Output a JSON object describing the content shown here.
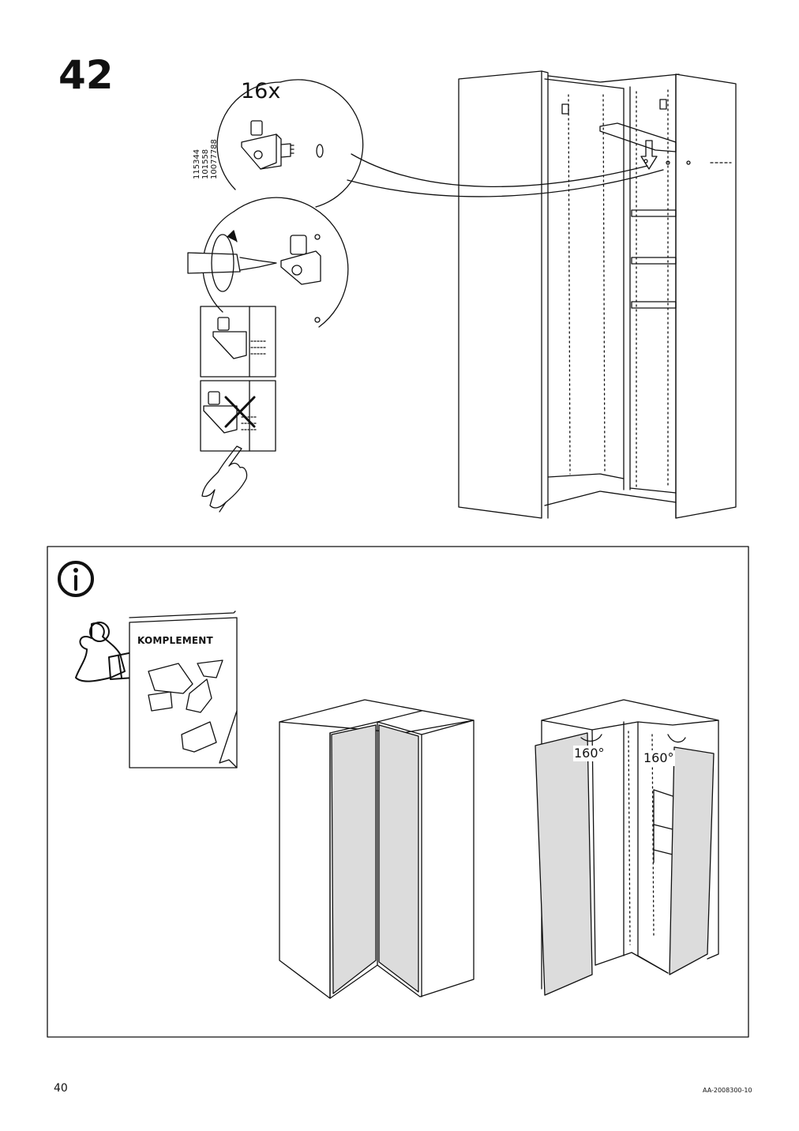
{
  "step": {
    "number": "42",
    "quantity": "16x"
  },
  "parts": {
    "numbers": [
      "115344",
      "101558",
      "10077788"
    ]
  },
  "info": {
    "booklet_title": "KOMPLEMENT",
    "angle_left": "160°",
    "angle_right": "160°"
  },
  "footer": {
    "page_number": "40",
    "doc_code": "AA-2008300-10"
  }
}
